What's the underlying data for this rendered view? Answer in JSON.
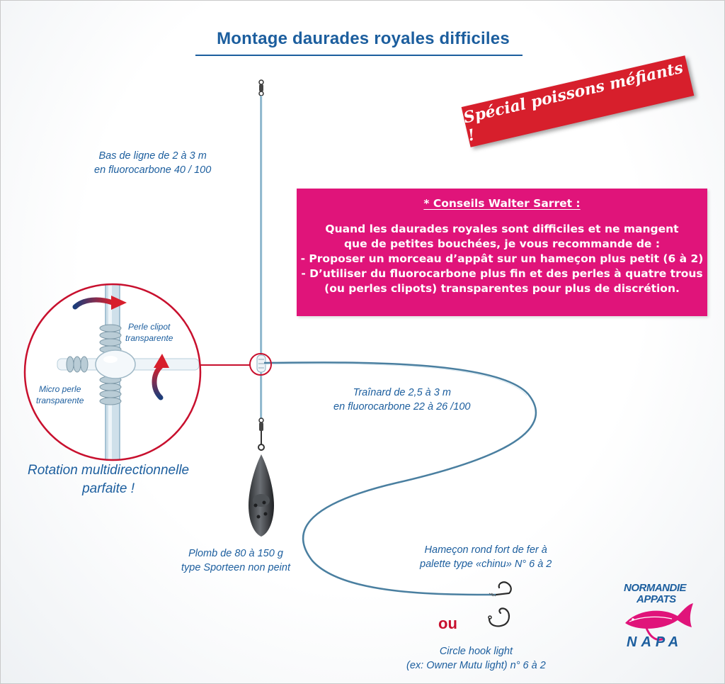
{
  "title": "Montage daurades royales difficiles",
  "banner": "Spécial poissons méfiants !",
  "advice": {
    "heading": "* Conseils Walter Sarret :",
    "lines": [
      "Quand les daurades royales sont difficiles et ne mangent",
      "que de petites bouchées, je vous recommande de :",
      "- Proposer un morceau d’appât sur un hameçon plus petit (6 à 2)",
      "- D’utiliser du fluorocarbone plus fin et des perles à quatre trous",
      "(ou perles clipots) transparentes pour plus de discrétion."
    ]
  },
  "labels": {
    "leader": [
      "Bas de ligne de 2 à 3 m",
      "en fluorocarbone 40 / 100"
    ],
    "trailer": [
      "Traînard de 2,5 à 3 m",
      "en fluorocarbone 22 à 26 /100"
    ],
    "weight": [
      "Plomb de 80 à 150 g",
      "type Sporteen non peint"
    ],
    "hook_round": [
      "Hameçon rond fort de fer à",
      "palette type «chinu» N° 6 à 2"
    ],
    "or_word": "ou",
    "hook_circle": [
      "Circle hook light",
      "(ex: Owner Mutu light) n° 6 à 2"
    ],
    "clip_bead": [
      "Perle clipot",
      "transparente"
    ],
    "micro_bead": [
      "Micro perle",
      "transparente"
    ],
    "rotation": [
      "Rotation multidirectionnelle",
      "parfaite !"
    ]
  },
  "logo": {
    "line1": "NORMANDIE",
    "line2": "APPATS",
    "line3": "NAPA"
  },
  "colors": {
    "title_blue": "#1c5e9e",
    "banner_red": "#d71f2c",
    "advice_pink": "#e0147a",
    "leader_line": "#6fa3bf",
    "trailer_line": "#4a7fa0",
    "zoom_circle": "#c8102e",
    "or_red": "#c8102e"
  }
}
